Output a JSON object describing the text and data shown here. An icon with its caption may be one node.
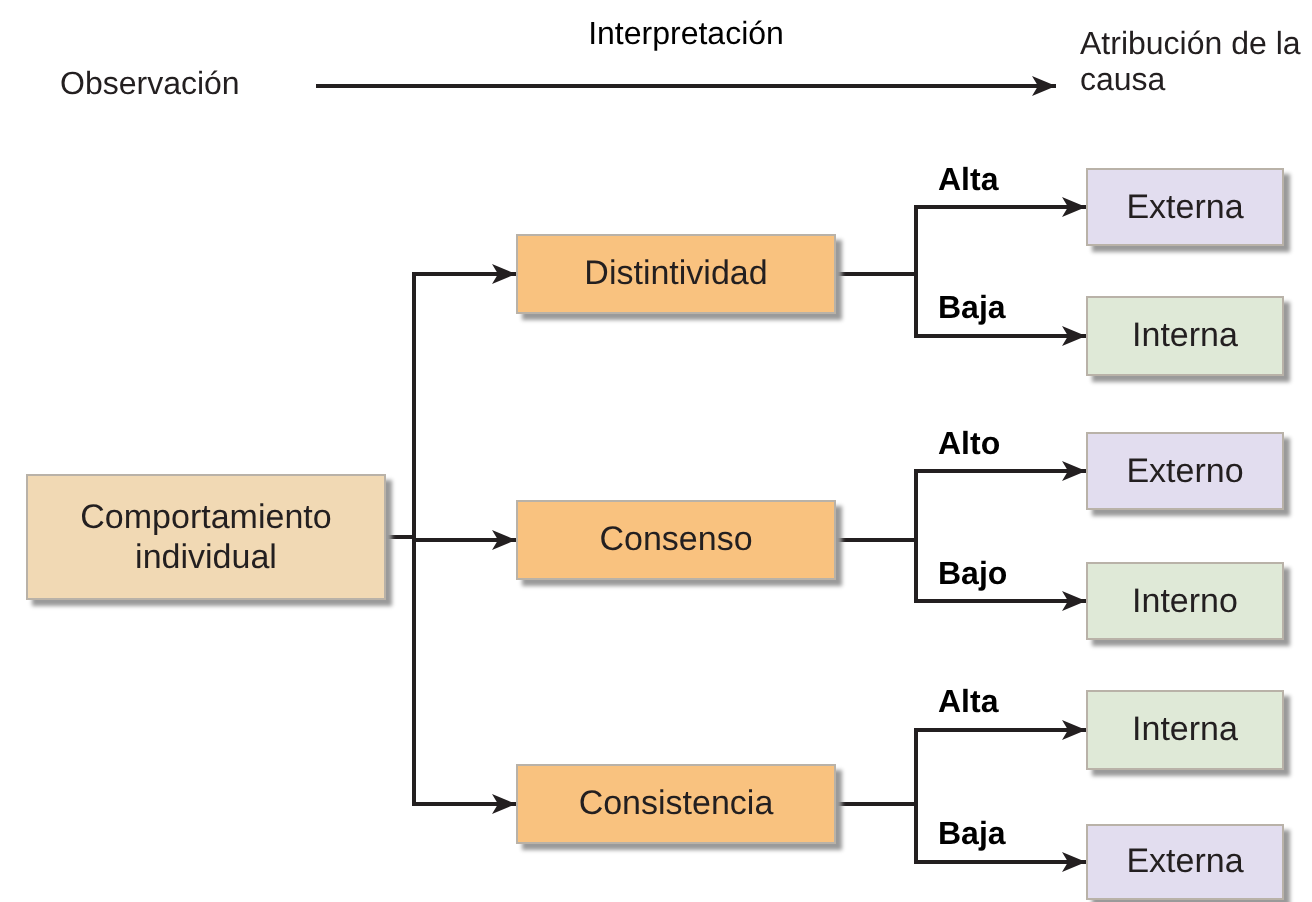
{
  "diagram": {
    "nodes": [
      {
        "text": [
          "Observación"
        ]
      },
      {
        "text": [
          "Atribución de la causa"
        ]
      },
      {
        "text": [
          "Comportamiento individual"
        ]
      },
      {
        "text": [
          "Distintividad"
        ]
      },
      {
        "text": [
          "Consenso"
        ]
      },
      {
        "text": [
          "Consistencia"
        ]
      },
      {
        "text": [
          "Externa"
        ]
      },
      {
        "text": [
          "Interna"
        ]
      },
      {
        "text": [
          "Externo"
        ]
      },
      {
        "text": [
          "Interno"
        ]
      },
      {
        "text": [
          "Interna"
        ]
      },
      {
        "text": [
          "Externa"
        ]
      }
    ],
    "edges": [
      {
        "from": 0,
        "to": 1,
        "arrow": "to",
        "label": "Interpretación"
      },
      {
        "from": 2,
        "to": 3,
        "arrow": "to"
      },
      {
        "from": 2,
        "to": 4,
        "arrow": "to"
      },
      {
        "from": 2,
        "to": 5,
        "arrow": "to"
      },
      {
        "from": 3,
        "to": 6,
        "arrow": "to",
        "label": "Alta"
      },
      {
        "from": 3,
        "to": 7,
        "arrow": "to",
        "label": "Baja"
      },
      {
        "from": 4,
        "to": 8,
        "arrow": "to",
        "label": "Alto"
      },
      {
        "from": 4,
        "to": 9,
        "arrow": "to",
        "label": "Bajo"
      },
      {
        "from": 5,
        "to": 10,
        "arrow": "to",
        "label": "Alta"
      },
      {
        "from": 5,
        "to": 11,
        "arrow": "to",
        "label": "Baja"
      }
    ]
  }
}
